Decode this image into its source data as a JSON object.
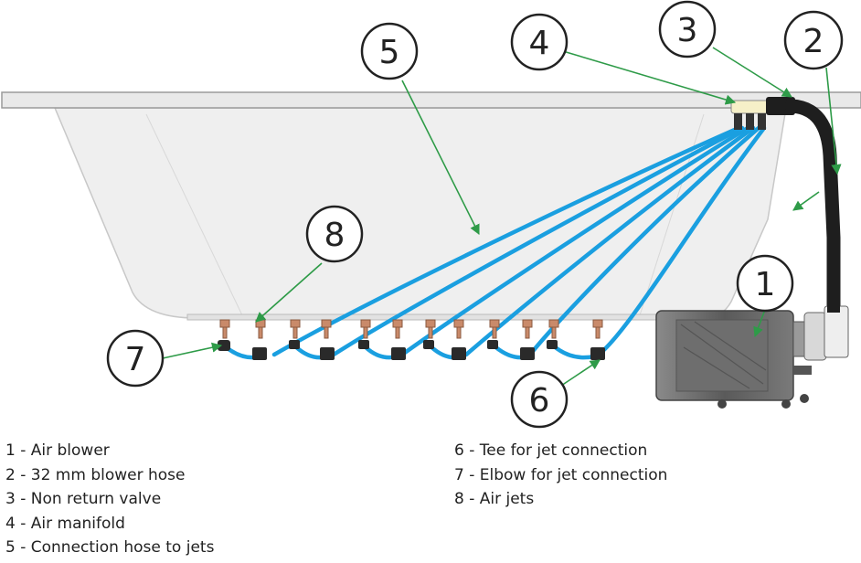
{
  "callouts": [
    "1",
    "2",
    "3",
    "4",
    "5",
    "6",
    "7",
    "8"
  ],
  "legend_left": [
    "1 - Air blower",
    "2 - 32 mm blower hose",
    "3 - Non return valve",
    "4 - Air manifold",
    "5 - Connection hose to jets"
  ],
  "legend_right": [
    "6 - Tee for jet connection",
    "7 - Elbow for jet connection",
    "8 - Air jets"
  ],
  "colors": {
    "hose": "#1a9fe0",
    "arrow": "#2e9b48",
    "tub_rim": "#e9e9e9",
    "tub_body": "#eeeeee",
    "blower": "#6b6b6b",
    "jet": "#c98a6a"
  }
}
